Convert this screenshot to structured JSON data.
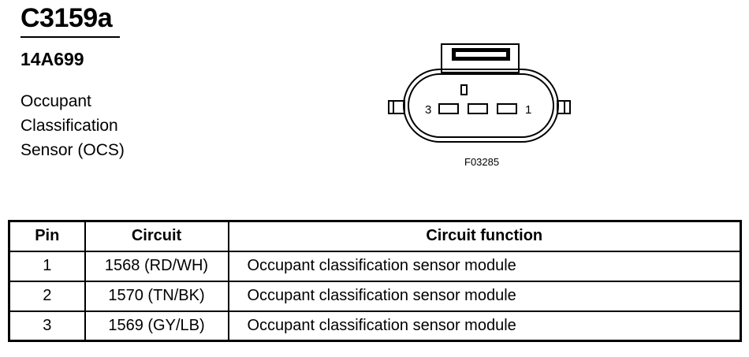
{
  "connector": {
    "id": "C3159a",
    "part_number": "14A699",
    "name_lines": [
      "Occupant",
      "Classification",
      "Sensor (OCS)"
    ]
  },
  "figure": {
    "id": "F03285",
    "pin_label_left": "3",
    "pin_label_right": "1"
  },
  "table": {
    "headers": [
      "Pin",
      "Circuit",
      "Circuit function"
    ],
    "rows": [
      {
        "pin": "1",
        "circuit": "1568 (RD/WH)",
        "function": "Occupant classification sensor module"
      },
      {
        "pin": "2",
        "circuit": "1570 (TN/BK)",
        "function": "Occupant classification sensor module"
      },
      {
        "pin": "3",
        "circuit": "1569 (GY/LB)",
        "function": "Occupant classification sensor module"
      }
    ]
  }
}
